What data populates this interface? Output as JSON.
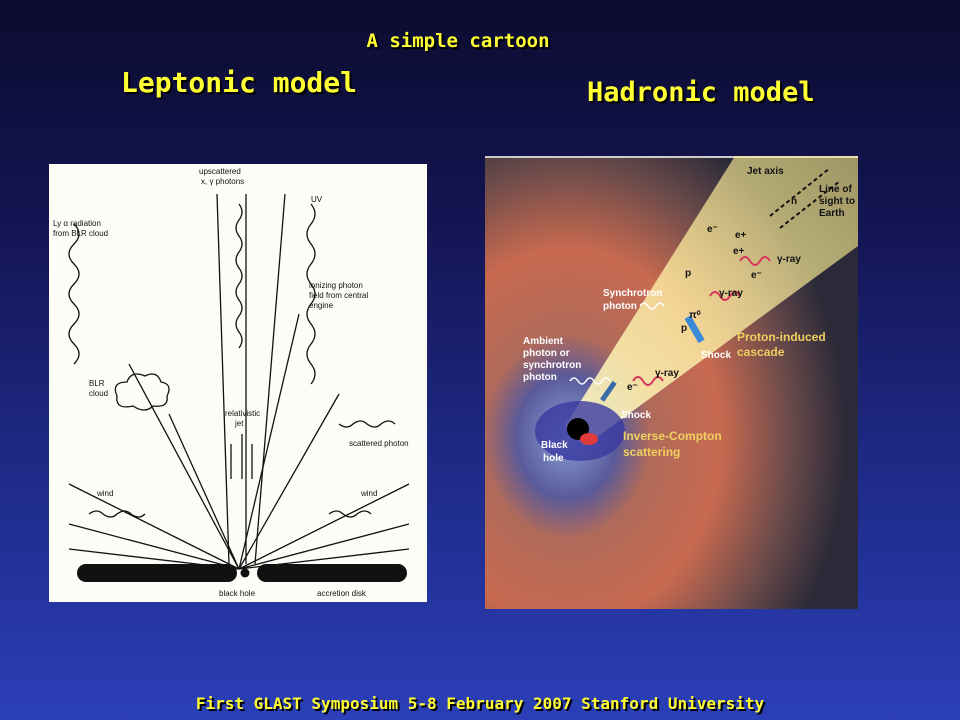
{
  "slide": {
    "subtitle": "A simple cartoon",
    "left_title": "Leptonic model",
    "right_title": "Hadronic model",
    "footer": "First GLAST Symposium   5-8 February 2007  Stanford University"
  },
  "leptonic": {
    "labels": {
      "upscattered": "upscattered",
      "photons": "x, γ photons",
      "uv": "UV",
      "lya1": "Ly α radiation",
      "lya2": "from BLR cloud",
      "ionizing1": "ionizing photon",
      "ionizing2": "field from central",
      "ionizing3": "engine",
      "blr1": "BLR",
      "blr2": "cloud",
      "rel1": "relativistic",
      "rel2": "jet",
      "scattered": "scattered photon",
      "wind_left": "wind",
      "wind_right": "wind",
      "black_hole": "black hole",
      "accretion": "accretion disk"
    }
  },
  "hadronic": {
    "labels": {
      "jet_axis": "Jet axis",
      "los1": "Line of",
      "los2": "sight to",
      "los3": "Earth",
      "sync1": "Synchrotron",
      "sync2": "photon",
      "proton_cascade1": "Proton-induced",
      "proton_cascade2": "cascade",
      "ambient1": "Ambient",
      "ambient2": "photon or",
      "ambient3": "synchrotron",
      "ambient4": "photon",
      "shock1": "Shock",
      "shock2": "Shock",
      "black1": "Black",
      "black2": "hole",
      "ic1": "Inverse-Compton",
      "ic2": "scattering",
      "gamma1": "γ-ray",
      "gamma2": "γ-ray",
      "gamma3": "γ-ray",
      "p1": "p",
      "p2": "p",
      "pi0": "π⁰",
      "em1": "e⁻",
      "ep1": "e+",
      "ep2": "e+",
      "em2": "e⁻",
      "em3": "e⁻",
      "n": "n"
    }
  }
}
